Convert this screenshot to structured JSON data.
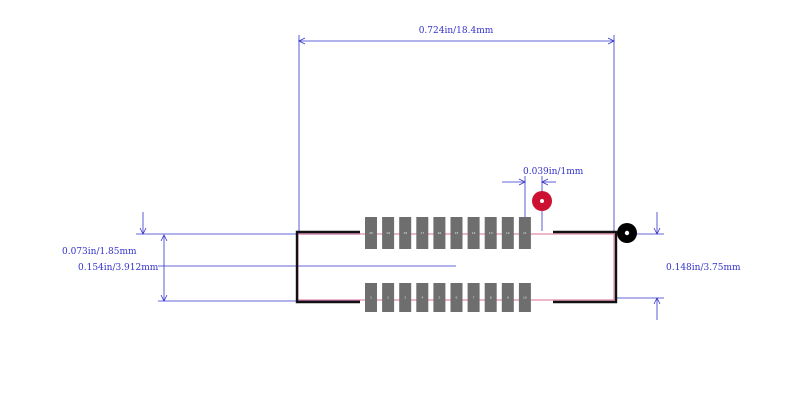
{
  "dimensions": {
    "overall_length": "0.724in/18.4mm",
    "pitch": "0.039in/1mm",
    "row_gap": "0.073in/1.85mm",
    "pad_span": "0.154in/3.912mm",
    "body_width": "0.148in/3.75mm"
  },
  "pads": {
    "top_row": [
      "20",
      "19",
      "18",
      "17",
      "16",
      "15",
      "14",
      "13",
      "12",
      "11"
    ],
    "bottom_row": [
      "1",
      "2",
      "3",
      "4",
      "5",
      "6",
      "7",
      "8",
      "9",
      "10"
    ]
  },
  "markers": {
    "pin1_marker": "pin1-dot-icon",
    "origin_marker": "origin-dot-icon"
  },
  "colors": {
    "dimension": "#3333cc",
    "pad": "#6e6e6e",
    "outline": "#111111",
    "courtyard": "#d44a7a",
    "pin1": "#cc1133"
  }
}
